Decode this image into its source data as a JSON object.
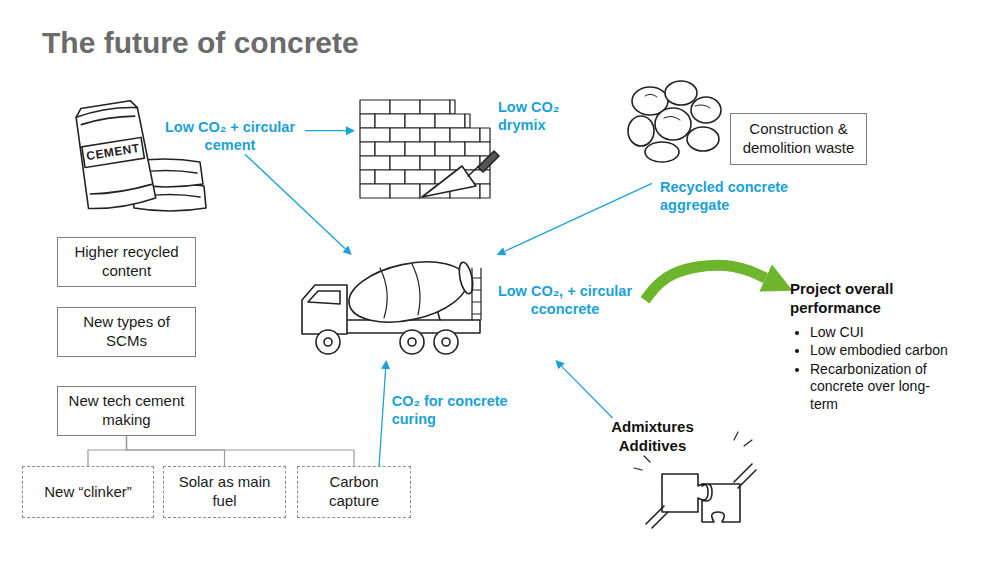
{
  "diagram": {
    "title": "The future of concrete",
    "nodes": [
      {
        "text": [
          "CEMENT",
          "Low CO₂ + circular cement"
        ]
      },
      {
        "text": [
          "Low CO₂ drymix"
        ]
      },
      {
        "text": [
          "Construction & demolition waste"
        ]
      },
      {
        "text": [
          "Recycled concrete aggregate"
        ]
      },
      {
        "text": [
          "Higher recycled content"
        ]
      },
      {
        "text": [
          "New types of SCMs"
        ]
      },
      {
        "text": [
          "New tech cement making"
        ]
      },
      {
        "text": [
          "New “clinker”"
        ]
      },
      {
        "text": [
          "Solar as main fuel"
        ]
      },
      {
        "text": [
          "Carbon capture"
        ]
      },
      {
        "text": [
          "Low CO₂, + circular cconcrete"
        ]
      },
      {
        "text": [
          "Admixtures Additives"
        ]
      },
      {
        "text": [
          "Project overall performance",
          "Low CUI",
          "Low embodied carbon",
          "Recarbonization of concrete over long-term"
        ]
      }
    ],
    "edges": [
      {
        "from": 0,
        "to": 1,
        "arrow": "to"
      },
      {
        "from": 0,
        "to": 10,
        "arrow": "to"
      },
      {
        "from": 3,
        "to": 10,
        "arrow": "to"
      },
      {
        "from": 9,
        "to": 10,
        "label": "CO₂ for concrete curing",
        "arrow": "to"
      },
      {
        "from": 11,
        "to": 10,
        "arrow": "to"
      },
      {
        "from": 10,
        "to": 12,
        "arrow": "to"
      },
      {
        "from": 6,
        "to": 7,
        "arrow": "none"
      },
      {
        "from": 6,
        "to": 8,
        "arrow": "none"
      },
      {
        "from": 6,
        "to": 9,
        "arrow": "none"
      }
    ]
  }
}
